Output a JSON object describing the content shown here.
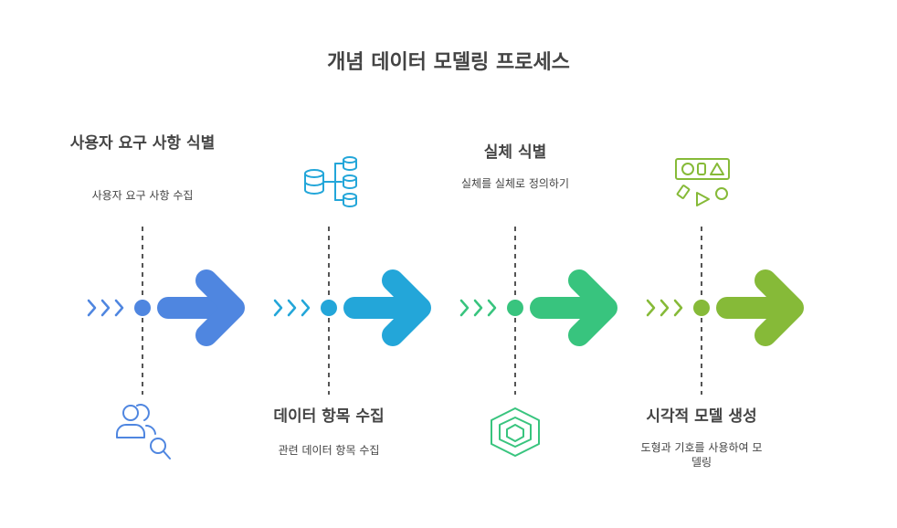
{
  "title": "개념 데이터 모델링 프로세스",
  "steps": [
    {
      "title": "사용자 요구 사항 식별",
      "desc": "사용자 요구 사항 수집",
      "color": "#4f86e0",
      "icon": "users-search-icon"
    },
    {
      "title": "데이터 항목 수집",
      "desc": "관련 데이터 항목 수집",
      "color": "#23a6d9",
      "icon": "database-icon"
    },
    {
      "title": "실체 식별",
      "desc": "실체를 실체로 정의하기",
      "color": "#38c47e",
      "icon": "hexagon-icon"
    },
    {
      "title": "시각적 모델 생성",
      "desc": "도형과 기호를 사용하여 모델링",
      "color": "#86ba38",
      "icon": "shapes-icon"
    }
  ]
}
